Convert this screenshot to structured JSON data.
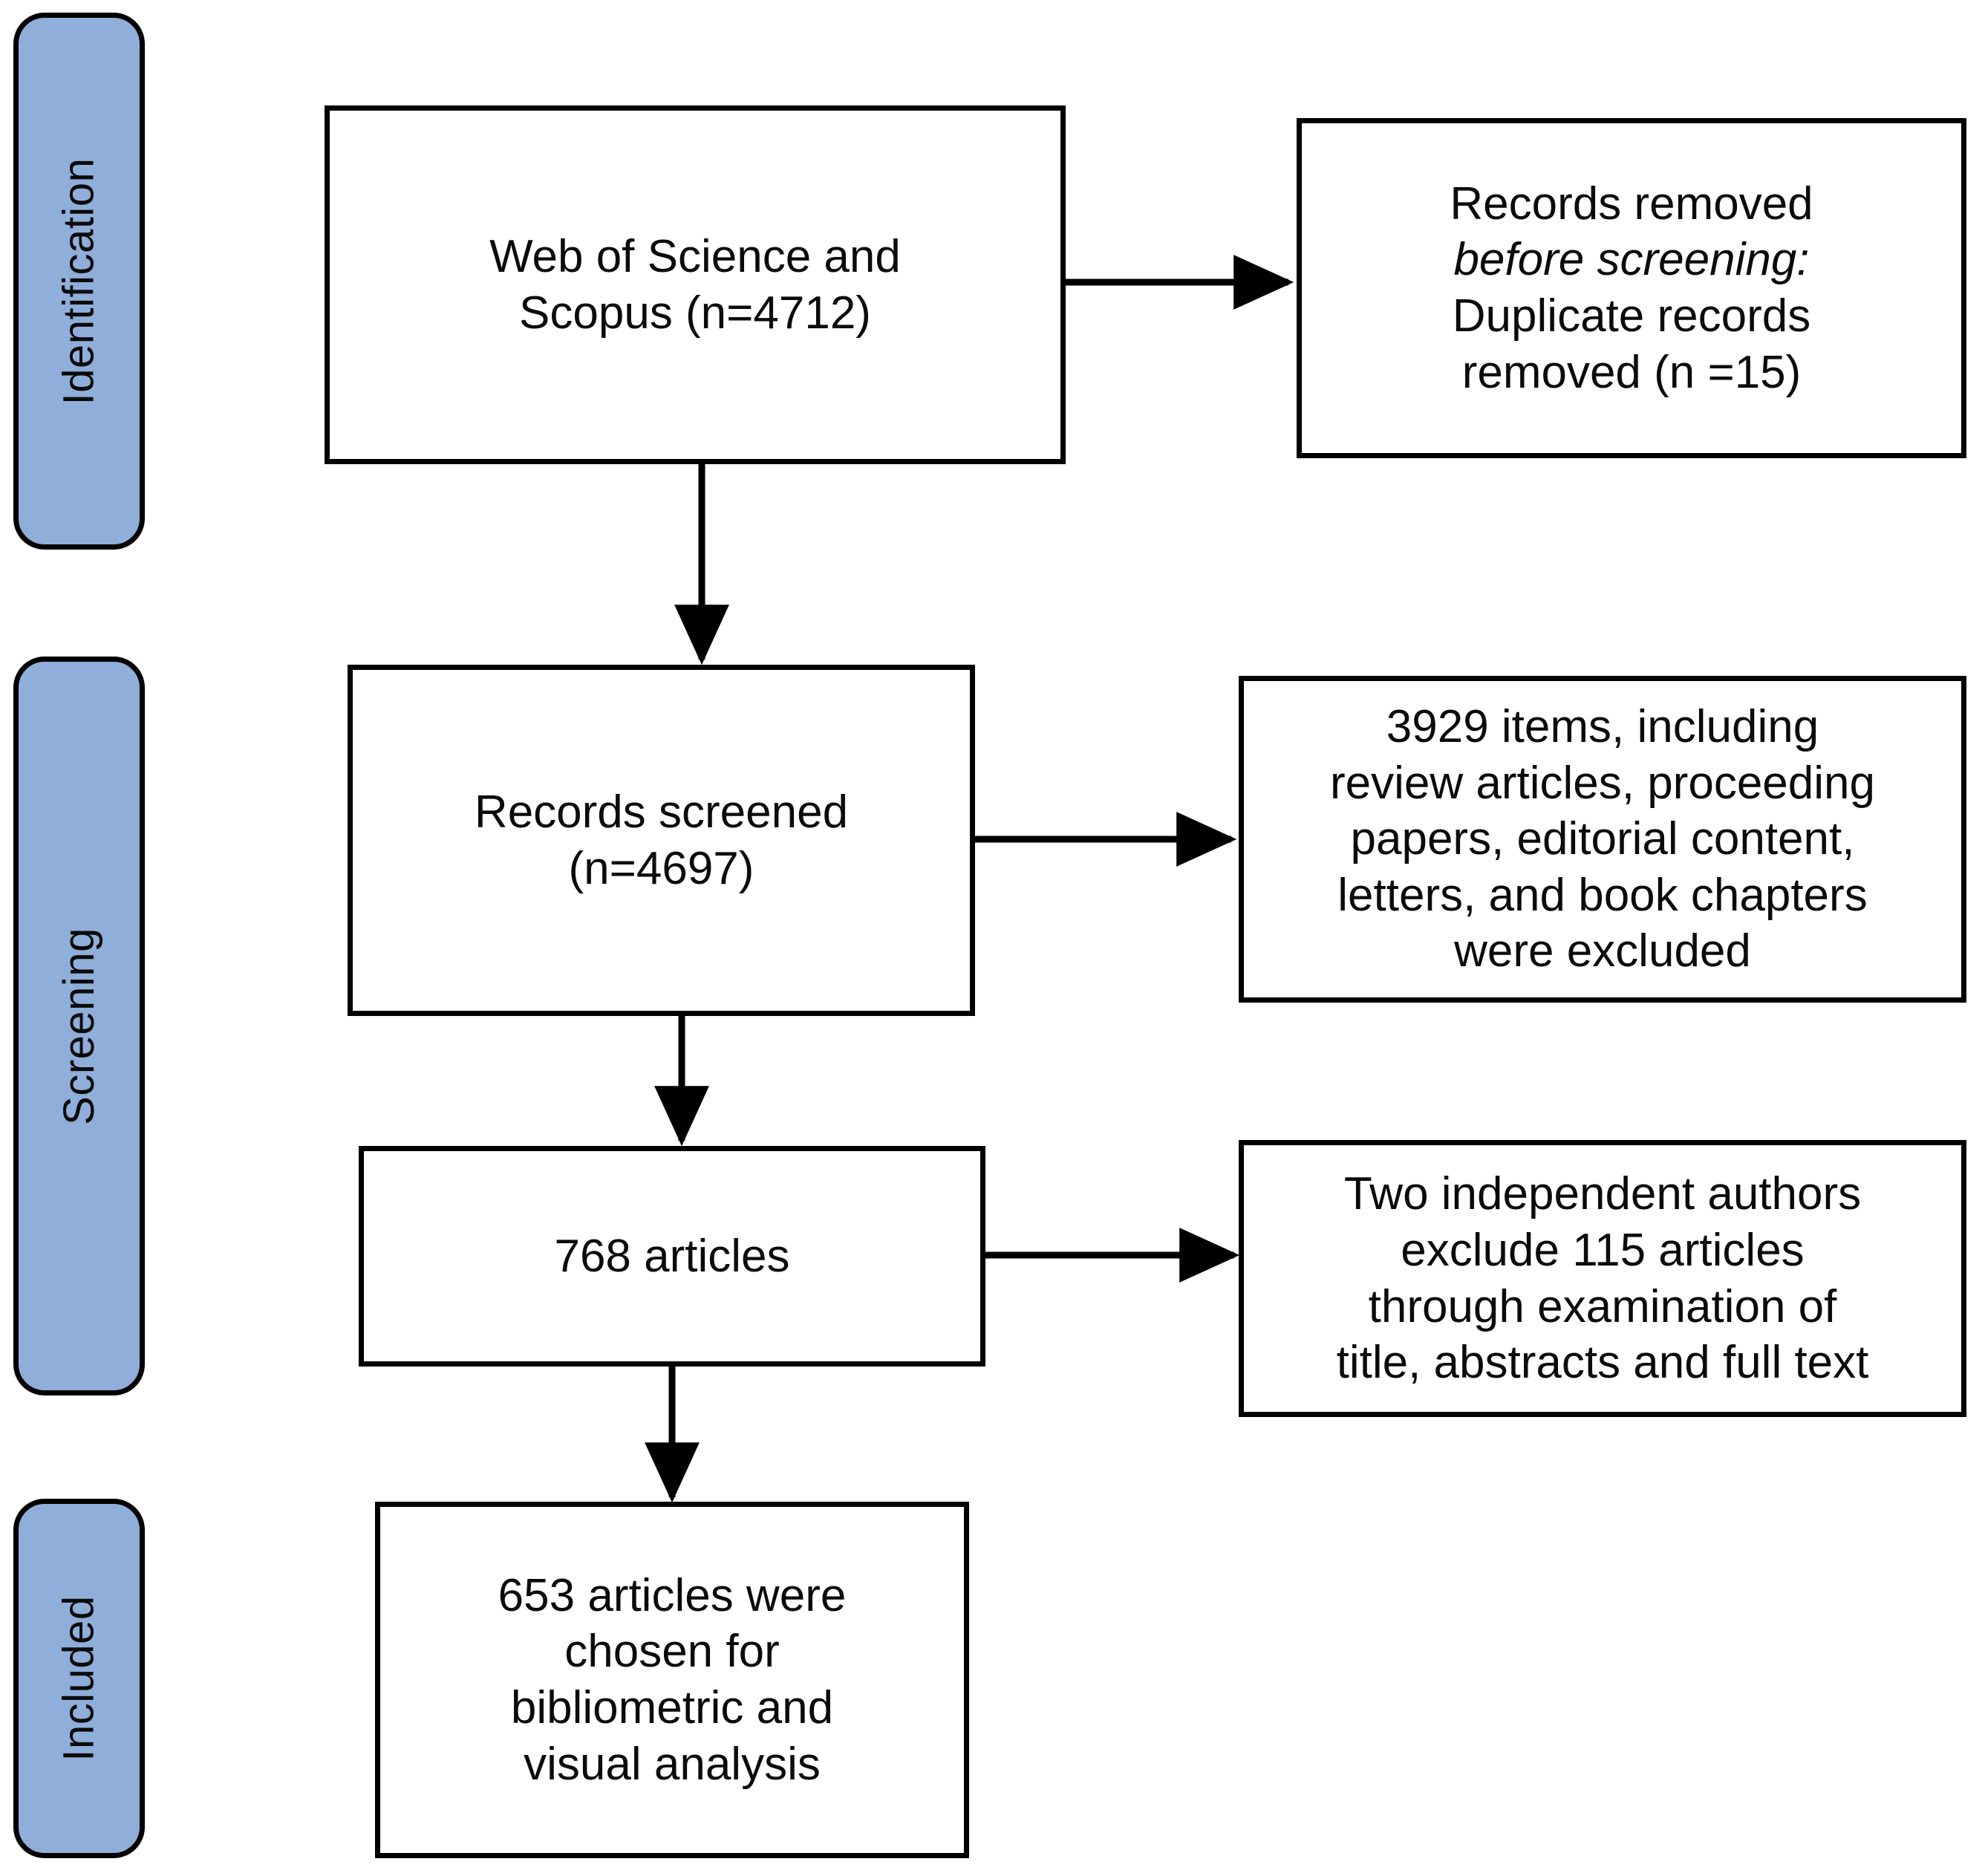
{
  "diagram": {
    "title": "PRISMA flow diagram",
    "accent_color": "#8FAEDA",
    "line_color": "#000000",
    "background_color": "#FFFFFF"
  },
  "stages": [
    {
      "id": "identification",
      "label": "Identification"
    },
    {
      "id": "screening",
      "label": "Screening"
    },
    {
      "id": "included",
      "label": "Included"
    }
  ],
  "boxes": {
    "sources": {
      "line1": "Web of Science and",
      "line2": "Scopus (n=4712)",
      "text": "Web of Science and\nScopus (n=4712)"
    },
    "removed_before_screening": {
      "line1": "Records removed",
      "line2_italic": "before screening:",
      "line3": "Duplicate records",
      "line4": "removed (n =15)"
    },
    "records_screened": {
      "line1": "Records screened",
      "line2": "(n=4697)",
      "text": "Records screened\n(n=4697)"
    },
    "excluded_items": {
      "text": "3929 items, including\nreview articles, proceeding\npapers, editorial content,\nletters, and book chapters\nwere excluded"
    },
    "articles_768": {
      "text": "768 articles"
    },
    "excluded_by_authors": {
      "text": "Two independent authors\nexclude 115 articles\nthrough examination of\ntitle, abstracts and full text"
    },
    "included_final": {
      "text": "653 articles were\nchosen for\nbibliometric and\nvisual analysis"
    }
  },
  "chart_data": {
    "type": "diagram",
    "title": "PRISMA flow diagram",
    "nodes": [
      {
        "id": "sources",
        "stage": "Identification",
        "label": "Web of Science and Scopus (n=4712)",
        "n": 4712
      },
      {
        "id": "removed_before_screening",
        "stage": "Identification",
        "label": "Records removed before screening: Duplicate records removed (n =15)",
        "n": 15
      },
      {
        "id": "records_screened",
        "stage": "Screening",
        "label": "Records screened (n=4697)",
        "n": 4697
      },
      {
        "id": "excluded_items",
        "stage": "Screening",
        "label": "3929 items, including review articles, proceeding papers, editorial content, letters, and book chapters were excluded",
        "n": 3929
      },
      {
        "id": "articles_768",
        "stage": "Screening",
        "label": "768 articles",
        "n": 768
      },
      {
        "id": "excluded_by_authors",
        "stage": "Screening",
        "label": "Two independent authors exclude 115 articles through examination of title, abstracts and full text",
        "n": 115
      },
      {
        "id": "included_final",
        "stage": "Included",
        "label": "653 articles were chosen for bibliometric and visual analysis",
        "n": 653
      }
    ],
    "edges": [
      {
        "from": "sources",
        "to": "removed_before_screening",
        "direction": "right"
      },
      {
        "from": "sources",
        "to": "records_screened",
        "direction": "down"
      },
      {
        "from": "records_screened",
        "to": "excluded_items",
        "direction": "right"
      },
      {
        "from": "records_screened",
        "to": "articles_768",
        "direction": "down"
      },
      {
        "from": "articles_768",
        "to": "excluded_by_authors",
        "direction": "right"
      },
      {
        "from": "articles_768",
        "to": "included_final",
        "direction": "down"
      }
    ]
  }
}
